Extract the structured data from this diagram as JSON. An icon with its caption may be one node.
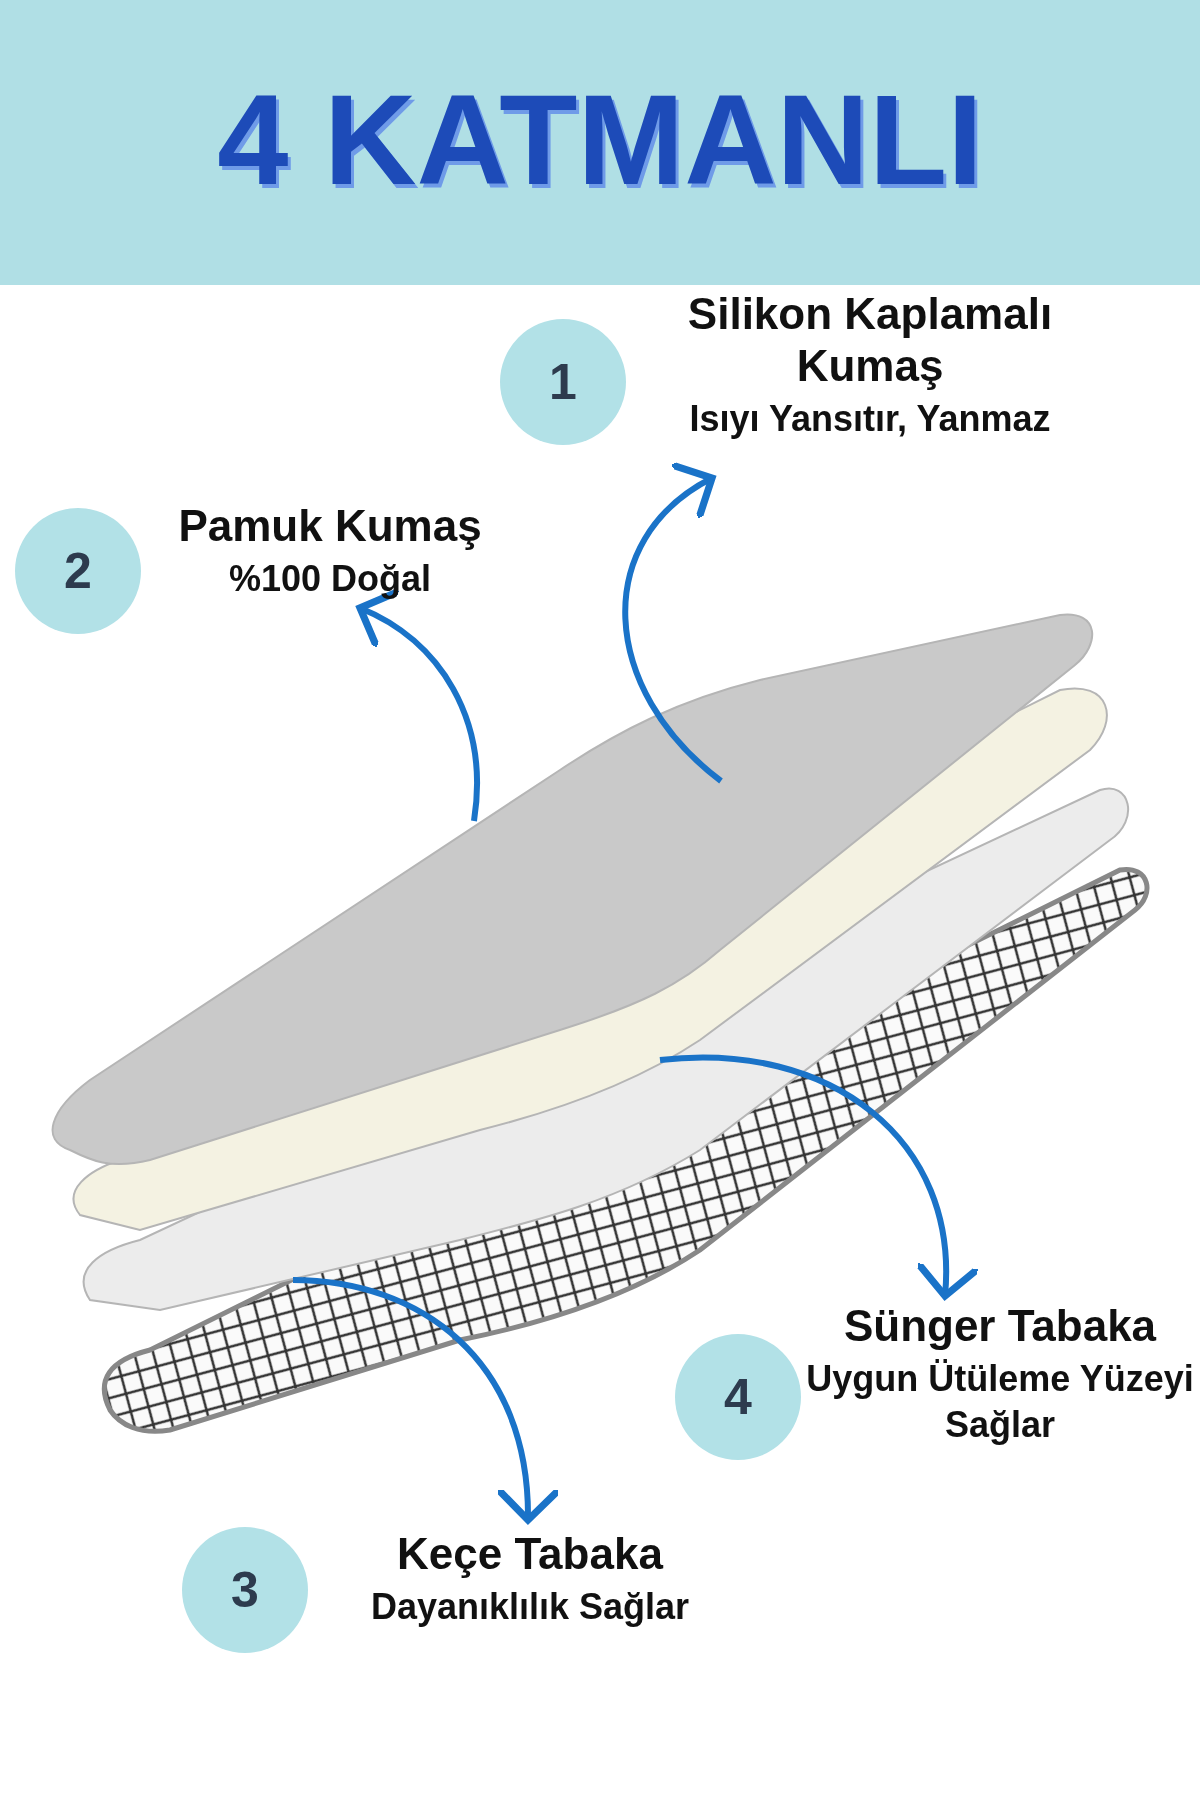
{
  "diagram": {
    "title": "4 KATMANLI",
    "nodes": [
      {
        "text": [
          "1"
        ]
      },
      {
        "text": [
          "Silikon Kaplamalı Kumaş",
          "Isıyı Yansıtır, Yanmaz"
        ]
      },
      {
        "text": [
          "2"
        ]
      },
      {
        "text": [
          "Pamuk Kumaş",
          "%100 Doğal"
        ]
      },
      {
        "text": [],
        "shape": "picture"
      },
      {
        "text": [],
        "shape": "picture"
      },
      {
        "text": [],
        "shape": "picture"
      },
      {
        "text": [
          "4"
        ]
      },
      {
        "text": [
          "Sünger Tabaka",
          "Uygun Ütüleme Yüzeyi Sağlar"
        ]
      },
      {
        "text": [
          "3"
        ]
      },
      {
        "text": [
          "Keçe Tabaka",
          "Dayanıklılık Sağlar"
        ]
      }
    ],
    "edges": [
      {
        "from": 4,
        "to": 1,
        "arrow": "to"
      },
      {
        "from": 4,
        "to": 3,
        "arrow": "to"
      },
      {
        "from": 6,
        "to": 8,
        "arrow": "to"
      },
      {
        "from": 6,
        "to": 10,
        "arrow": "to"
      }
    ]
  }
}
